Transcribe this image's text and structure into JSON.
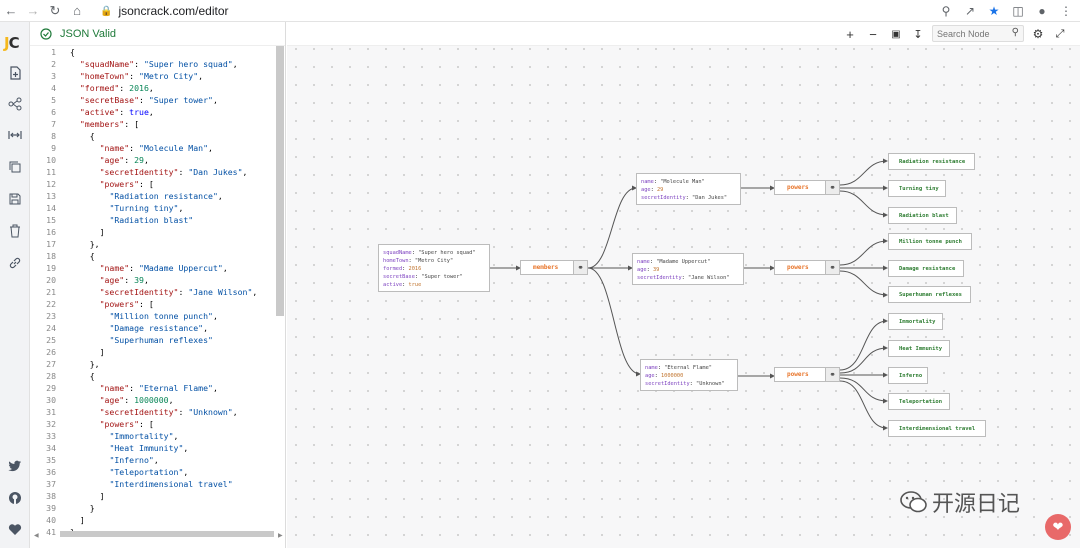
{
  "browser": {
    "url": "jsoncrack.com/editor"
  },
  "app": {
    "logo_j": "J",
    "logo_c": "C",
    "status": "JSON Valid"
  },
  "toolbar": {
    "search_placeholder": "Search Node"
  },
  "editor": {
    "line_numbers": [
      "1",
      "2",
      "3",
      "4",
      "5",
      "6",
      "7",
      "8",
      "9",
      "10",
      "11",
      "12",
      "13",
      "14",
      "15",
      "16",
      "17",
      "18",
      "19",
      "20",
      "21",
      "22",
      "23",
      "24",
      "25",
      "26",
      "27",
      "28",
      "29",
      "30",
      "31",
      "32",
      "33",
      "34",
      "35",
      "36",
      "37",
      "38",
      "39",
      "40",
      "41"
    ],
    "lines": [
      "{",
      "  \"squadName\": \"Super hero squad\",",
      "  \"homeTown\": \"Metro City\",",
      "  \"formed\": 2016,",
      "  \"secretBase\": \"Super tower\",",
      "  \"active\": true,",
      "  \"members\": [",
      "    {",
      "      \"name\": \"Molecule Man\",",
      "      \"age\": 29,",
      "      \"secretIdentity\": \"Dan Jukes\",",
      "      \"powers\": [",
      "        \"Radiation resistance\",",
      "        \"Turning tiny\",",
      "        \"Radiation blast\"",
      "      ]",
      "    },",
      "    {",
      "      \"name\": \"Madame Uppercut\",",
      "      \"age\": 39,",
      "      \"secretIdentity\": \"Jane Wilson\",",
      "      \"powers\": [",
      "        \"Million tonne punch\",",
      "        \"Damage resistance\",",
      "        \"Superhuman reflexes\"",
      "      ]",
      "    },",
      "    {",
      "      \"name\": \"Eternal Flame\",",
      "      \"age\": 1000000,",
      "      \"secretIdentity\": \"Unknown\",",
      "      \"powers\": [",
      "        \"Immortality\",",
      "        \"Heat Immunity\",",
      "        \"Inferno\",",
      "        \"Teleportation\",",
      "        \"Interdimensional travel\"",
      "      ]",
      "    }",
      "  ]",
      "}"
    ]
  },
  "graph": {
    "root": {
      "rows": [
        {
          "k": "squadName",
          "v": "\"Super hero squad\""
        },
        {
          "k": "homeTown",
          "v": "\"Metro City\""
        },
        {
          "k": "formed",
          "v": "2016"
        },
        {
          "k": "secretBase",
          "v": "\"Super tower\""
        },
        {
          "k": "active",
          "v": "true"
        }
      ]
    },
    "members_label": "members",
    "powers_label": "powers",
    "member1": {
      "rows": [
        {
          "k": "name",
          "v": "\"Molecule Man\""
        },
        {
          "k": "age",
          "v": "29"
        },
        {
          "k": "secretIdentity",
          "v": "\"Dan Jukes\""
        }
      ]
    },
    "member2": {
      "rows": [
        {
          "k": "name",
          "v": "\"Madame Uppercut\""
        },
        {
          "k": "age",
          "v": "39"
        },
        {
          "k": "secretIdentity",
          "v": "\"Jane Wilson\""
        }
      ]
    },
    "member3": {
      "rows": [
        {
          "k": "name",
          "v": "\"Eternal Flame\""
        },
        {
          "k": "age",
          "v": "1000000"
        },
        {
          "k": "secretIdentity",
          "v": "\"Unknown\""
        }
      ]
    },
    "powers1": [
      "Radiation resistance",
      "Turning tiny",
      "Radiation blast"
    ],
    "powers2": [
      "Million tonne punch",
      "Damage resistance",
      "Superhuman reflexes"
    ],
    "powers3": [
      "Immortality",
      "Heat Immunity",
      "Inferno",
      "Teleportation",
      "Interdimensional travel"
    ]
  },
  "watermark": "开源日记"
}
